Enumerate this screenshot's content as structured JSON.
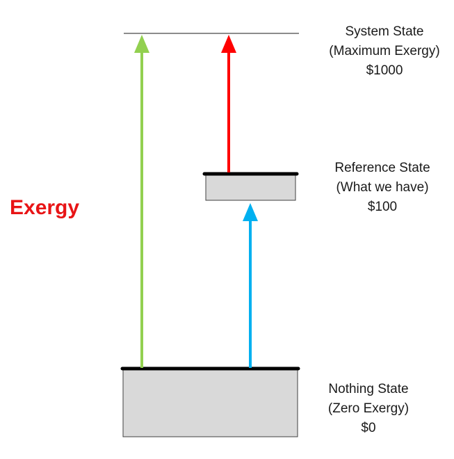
{
  "colors": {
    "green_arrow": "#92d050",
    "red_arrow": "#ff0000",
    "blue_arrow": "#00b0f0",
    "box_fill": "#d9d9d9",
    "exergy_text": "#e81416"
  },
  "exergy_label": "Exergy",
  "states": {
    "system": {
      "name": "System State",
      "desc": "(Maximum Exergy)",
      "value": "$1000"
    },
    "reference": {
      "name": "Reference State",
      "desc": "(What we have)",
      "value": "$100"
    },
    "nothing": {
      "name": "Nothing State",
      "desc": "(Zero Exergy)",
      "value": "$0"
    }
  }
}
